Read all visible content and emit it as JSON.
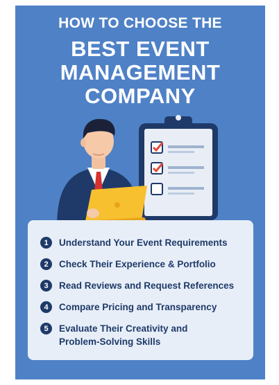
{
  "title": {
    "line1": "HOW TO CHOOSE THE",
    "line2": "BEST EVENT",
    "line3": "MANAGEMENT",
    "line4": "COMPANY"
  },
  "colors": {
    "background": "#4f81c6",
    "card": "#e7eef8",
    "text_dark": "#1f3a68",
    "laptop": "#f6c02f",
    "check": "#e24b3a"
  },
  "steps": [
    {
      "number": "1",
      "text": "Understand Your Event Requirements"
    },
    {
      "number": "2",
      "text": "Check Their Experience & Portfolio"
    },
    {
      "number": "3",
      "text": "Read Reviews and Request References"
    },
    {
      "number": "4",
      "text": "Compare Pricing and Transparency"
    },
    {
      "number": "5",
      "text": "Evaluate Their Creativity and Problem-Solving Skills"
    }
  ],
  "icons": [
    "clipboard-checklist-icon",
    "businessman-illustration",
    "laptop-icon"
  ]
}
